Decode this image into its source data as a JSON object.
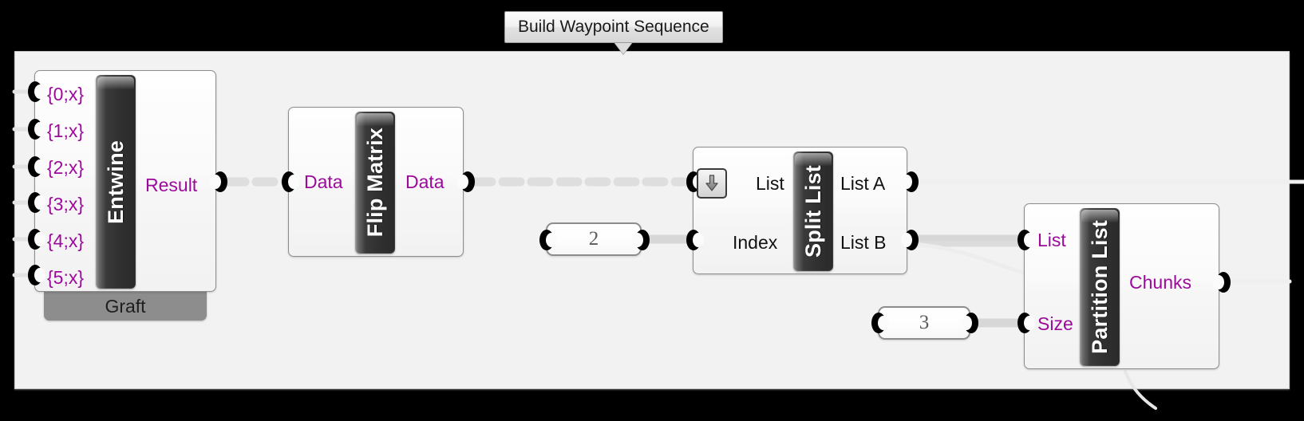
{
  "group": {
    "title": "Build Waypoint Sequence"
  },
  "nodes": [
    {
      "id": "entwine",
      "name": "Entwine",
      "caption": "Entwine",
      "inputs": [
        "{0;x}",
        "{1;x}",
        "{2;x}",
        "{3;x}",
        "{4;x}",
        "{5;x}"
      ],
      "outputs": [
        "Result"
      ],
      "tag": "Graft"
    },
    {
      "id": "flip-matrix",
      "name": "Flip Matrix",
      "caption": "Flip Matrix",
      "inputs": [
        "Data"
      ],
      "outputs": [
        "Data"
      ]
    },
    {
      "id": "split-list",
      "name": "Split List",
      "caption": "Split List",
      "inputs": [
        "List",
        "Index"
      ],
      "outputs": [
        "List A",
        "List B"
      ],
      "badge": "flatten-arrow-down"
    },
    {
      "id": "partition-list",
      "name": "Partition List",
      "caption": "Partition List",
      "inputs": [
        "List",
        "Size"
      ],
      "outputs": [
        "Chunks"
      ]
    }
  ],
  "number_panels": [
    {
      "id": "index-value",
      "value": "2"
    },
    {
      "id": "size-value",
      "value": "3"
    }
  ],
  "colors": {
    "param_text": "#9c0a9c",
    "param_text_dark": "#121212",
    "caption_bg": "#2e2e2e",
    "node_bg": "#fafafa",
    "node_border": "#8d8d8d",
    "canvas_bg": "#f2f2f2",
    "frame_bg": "#000000",
    "tag_bg": "#8d8d8d",
    "wire_color": "#d7d7d7"
  }
}
